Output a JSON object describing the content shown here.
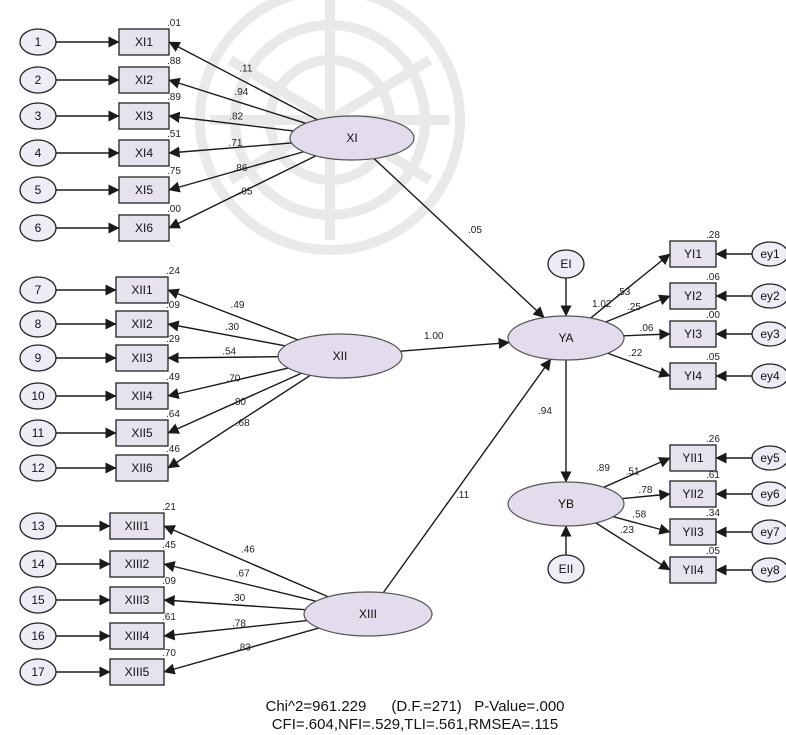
{
  "indicators": [
    {
      "name": "XI1",
      "err": "1",
      "r2": ".01"
    },
    {
      "name": "XI2",
      "err": "2",
      "r2": ".88"
    },
    {
      "name": "XI3",
      "err": "3",
      "r2": ".89"
    },
    {
      "name": "XI4",
      "err": "4",
      "r2": ".51"
    },
    {
      "name": "XI5",
      "err": "5",
      "r2": ".75"
    },
    {
      "name": "XI6",
      "err": "6",
      "r2": ".00"
    },
    {
      "name": "XII1",
      "err": "7",
      "r2": ".24"
    },
    {
      "name": "XII2",
      "err": "8",
      "r2": ".09"
    },
    {
      "name": "XII3",
      "err": "9",
      "r2": ".29"
    },
    {
      "name": "XII4",
      "err": "10",
      "r2": ".49"
    },
    {
      "name": "XII5",
      "err": "11",
      "r2": ".64"
    },
    {
      "name": "XII6",
      "err": "12",
      "r2": ".46"
    },
    {
      "name": "XIII1",
      "err": "13",
      "r2": ".21"
    },
    {
      "name": "XIII2",
      "err": "14",
      "r2": ".45"
    },
    {
      "name": "XIII3",
      "err": "15",
      "r2": ".09"
    },
    {
      "name": "XIII4",
      "err": "16",
      "r2": ".61"
    },
    {
      "name": "XIII5",
      "err": "17",
      "r2": ".70"
    }
  ],
  "loadings": [
    ".11",
    ".94",
    ".82",
    ".71",
    ".86",
    ".05",
    ".49",
    ".30",
    ".54",
    ".70",
    ".80",
    ".68",
    ".46",
    ".67",
    ".30",
    ".78",
    ".83"
  ],
  "latents": {
    "XI": "XI",
    "XII": "XII",
    "XIII": "XIII",
    "YA": "YA",
    "YB": "YB"
  },
  "disturbances": {
    "EI": "EI",
    "EII": "EII"
  },
  "paths": {
    "XI_YA": ".05",
    "XII_YA": "1.00",
    "XIII_YA": ".11",
    "YA_YB": ".94",
    "YA_r2": "1.02",
    "YB_r2": ".89"
  },
  "y_indicators": [
    {
      "name": "YI1",
      "err": "ey1",
      "r2": ".28",
      "load": ".53"
    },
    {
      "name": "YI2",
      "err": "ey2",
      "r2": ".06",
      "load": ".25"
    },
    {
      "name": "YI3",
      "err": "ey3",
      "r2": ".00",
      "load": ".06"
    },
    {
      "name": "YI4",
      "err": "ey4",
      "r2": ".05",
      "load": ".22"
    },
    {
      "name": "YII1",
      "err": "ey5",
      "r2": ".26",
      "load": ".51"
    },
    {
      "name": "YII2",
      "err": "ey6",
      "r2": ".61",
      "load": ".78"
    },
    {
      "name": "YII3",
      "err": "ey7",
      "r2": ".34",
      "load": ".58"
    },
    {
      "name": "YII4",
      "err": "ey8",
      "r2": ".05",
      "load": ".23"
    }
  ],
  "fit": {
    "line1": "Chi^2=961.229      (D.F.=271)   P-Value=.000",
    "line2": "CFI=.604,NFI=.529,TLI=.561,RMSEA=.115"
  },
  "colors": {
    "box": "#e6e3ef",
    "latent": "#e2dced",
    "line": "#1a1a1a"
  }
}
